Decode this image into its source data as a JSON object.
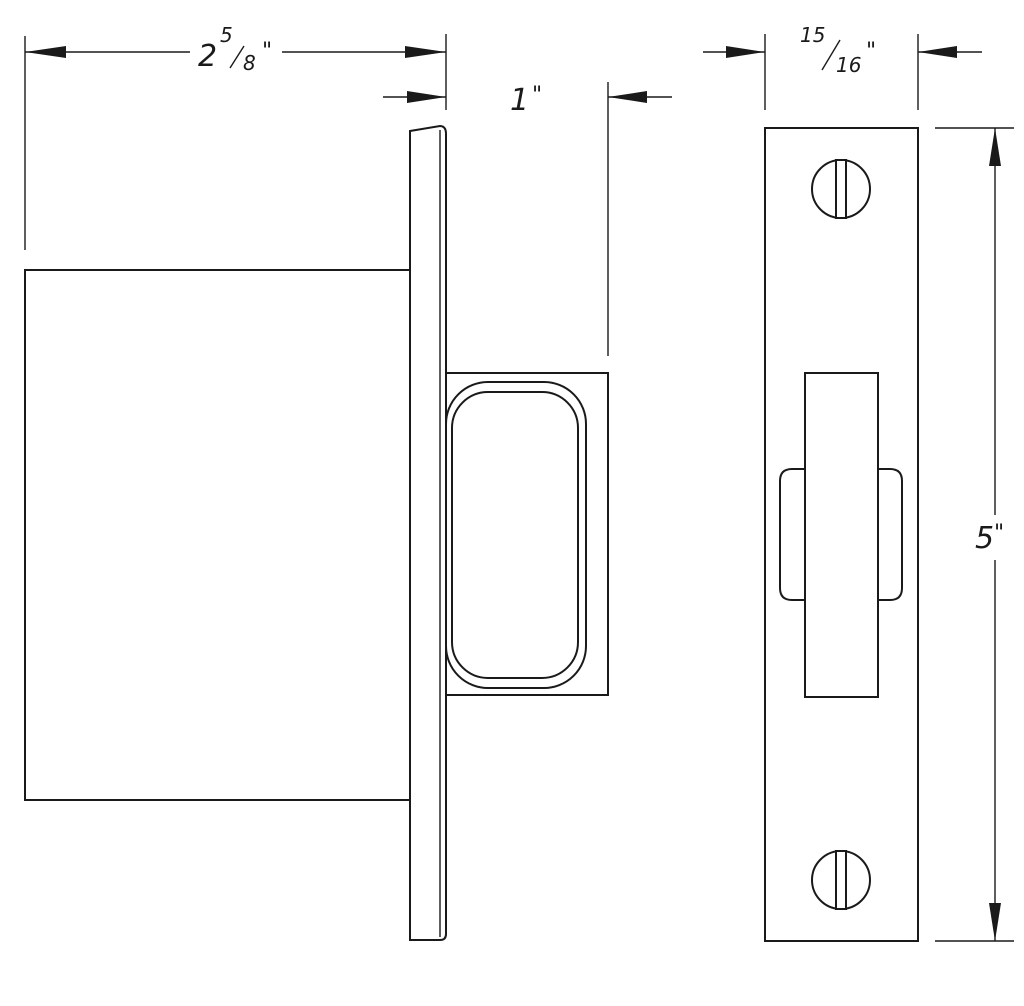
{
  "dimensions": {
    "overall_depth": {
      "whole": "2",
      "numerator": "5",
      "denominator": "8",
      "unit": "\""
    },
    "projection": {
      "text": "1",
      "unit": "\""
    },
    "faceplate_width": {
      "numerator": "15",
      "denominator": "16",
      "unit": "\""
    },
    "faceplate_height": {
      "text": "5",
      "unit": "\""
    }
  }
}
